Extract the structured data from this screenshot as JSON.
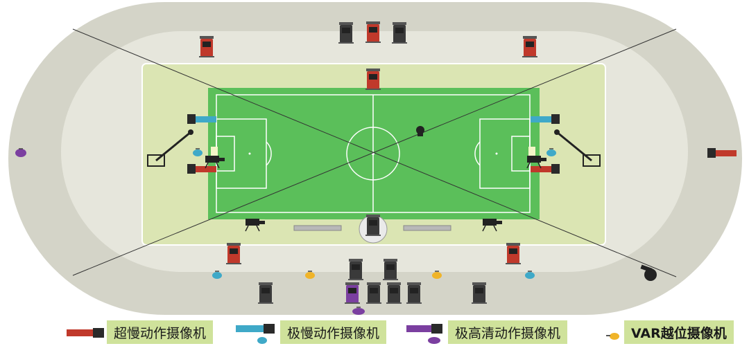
{
  "colors": {
    "track": "#d4d4c8",
    "inner_ring": "#e6e6dc",
    "apron": "#dbe5b3",
    "pitch": "#5bbf5a",
    "lines": "#ffffff",
    "super_slow": "#c0392b",
    "extreme_slow": "#3fa9c8",
    "ultra_hd": "#7b3fa0",
    "var_offside": "#f0b429",
    "standard": "#3a3a3a"
  },
  "legend": [
    {
      "key": "super_slow",
      "label": "超慢动作摄像机"
    },
    {
      "key": "extreme_slow",
      "label": "极慢动作摄像机"
    },
    {
      "key": "ultra_hd",
      "label": "极高清动作摄像机"
    },
    {
      "key": "var_offside",
      "label": "VAR越位摄像机"
    }
  ]
}
